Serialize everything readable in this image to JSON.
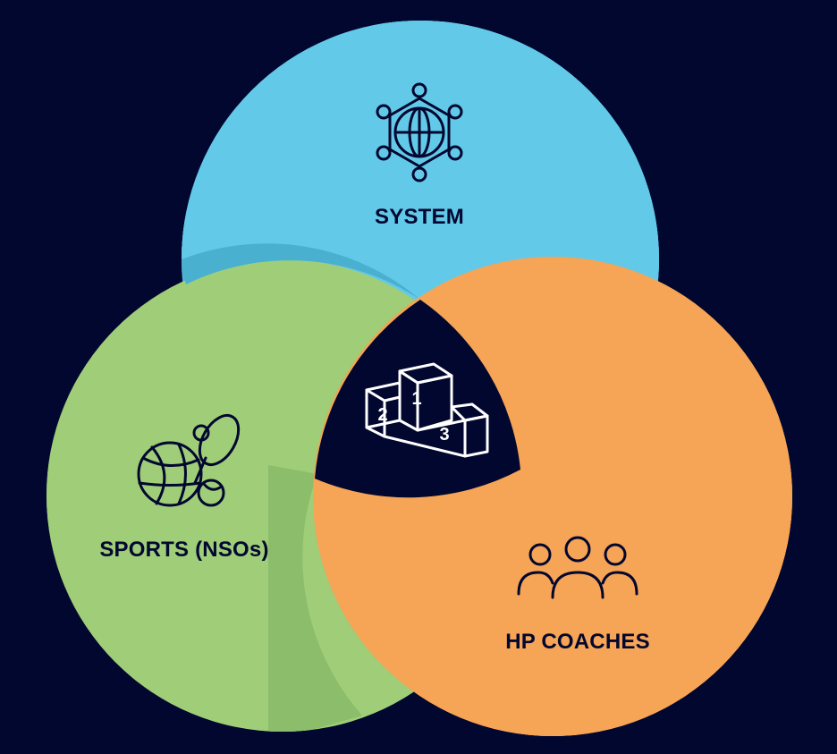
{
  "diagram": {
    "circles": [
      {
        "id": "system",
        "label": "SYSTEM",
        "icon": "network-globe-icon",
        "color": "#63c9e8"
      },
      {
        "id": "sports",
        "label": "SPORTS (NSOs)",
        "icon": "sports-balls-icon",
        "color": "#9fcd78"
      },
      {
        "id": "coaches",
        "label": "HP COACHES",
        "icon": "people-group-icon",
        "color": "#f6a455"
      }
    ],
    "center": {
      "icon": "podium-icon",
      "places": [
        "1",
        "2",
        "3"
      ]
    },
    "colors": {
      "background": "#020730",
      "text": "#020730",
      "center_icon": "#ffffff"
    }
  }
}
